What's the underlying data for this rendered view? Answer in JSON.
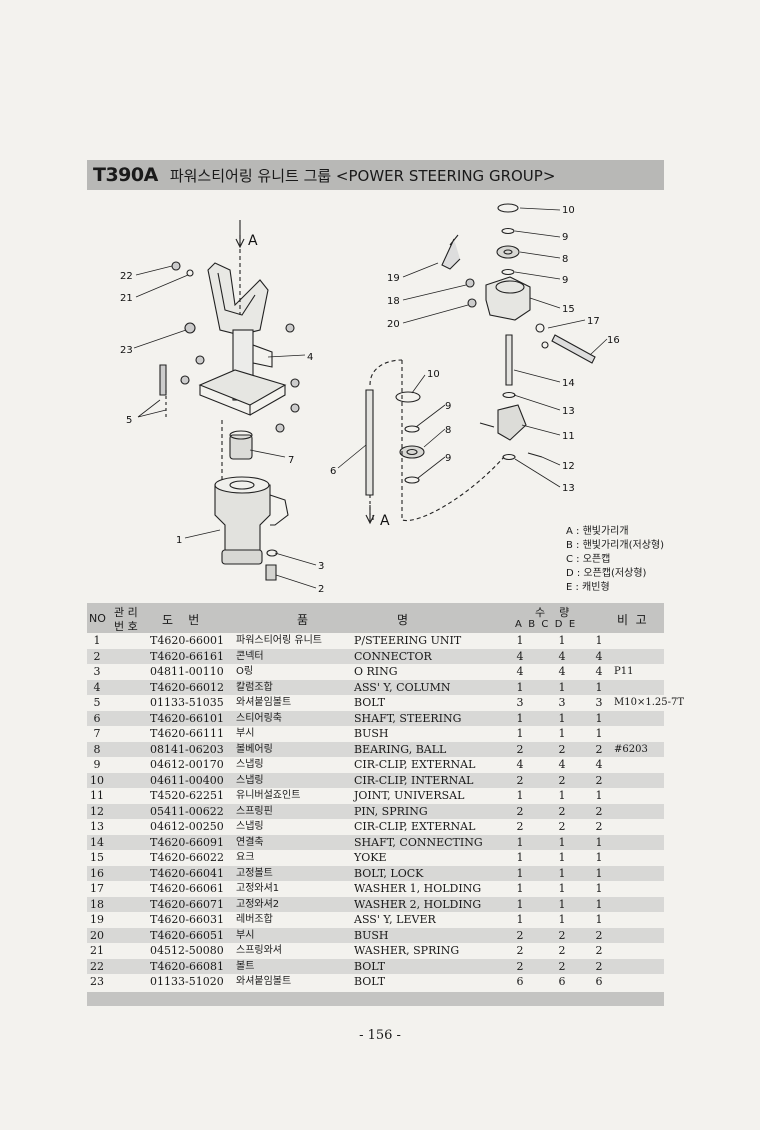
{
  "title": {
    "model": "T390A",
    "name": "파워스티어링 유니트 그룹 <POWER STEERING GROUP>"
  },
  "diagram": {
    "arrow_labels": [
      "A",
      "A"
    ],
    "callouts_left": [
      "22",
      "21",
      "23",
      "4",
      "5",
      "7",
      "1",
      "3",
      "2"
    ],
    "callouts_right": [
      "10",
      "9",
      "8",
      "9",
      "19",
      "18",
      "20",
      "15",
      "17",
      "16",
      "14",
      "13",
      "11",
      "12",
      "13",
      "10",
      "9",
      "8",
      "9",
      "6"
    ]
  },
  "legend": [
    "A : 핸빛가리개",
    "B : 핸빛가리개(저상형)",
    "C : 오픈캡",
    "D : 오픈캡(저상형)",
    "E : 캐빈형"
  ],
  "table_header": {
    "no": "NO",
    "manage_top": "관 리",
    "manage_bottom": "번 호",
    "part_no": "도    번",
    "name_left": "품",
    "name_right": "명",
    "qty": "수    량",
    "qty_cols": "A  B  C  D  E",
    "remarks": "비  고"
  },
  "parts": [
    {
      "no": "1",
      "part": "T4620-66001",
      "kr": "파워스티어링 유니트",
      "en": "P/STEERING UNIT",
      "a": "1",
      "c": "1",
      "e": "1",
      "rm": ""
    },
    {
      "no": "2",
      "part": "T4620-66161",
      "kr": "콘넥터",
      "en": "CONNECTOR",
      "a": "4",
      "c": "4",
      "e": "4",
      "rm": ""
    },
    {
      "no": "3",
      "part": "04811-00110",
      "kr": "O링",
      "en": "O RING",
      "a": "4",
      "c": "4",
      "e": "4",
      "rm": "P11"
    },
    {
      "no": "4",
      "part": "T4620-66012",
      "kr": "칼럼조합",
      "en": "ASS' Y, COLUMN",
      "a": "1",
      "c": "1",
      "e": "1",
      "rm": ""
    },
    {
      "no": "5",
      "part": "01133-51035",
      "kr": "와셔붙임볼트",
      "en": "BOLT",
      "a": "3",
      "c": "3",
      "e": "3",
      "rm": "M10×1.25-7T"
    },
    {
      "no": "6",
      "part": "T4620-66101",
      "kr": "스티어링축",
      "en": "SHAFT, STEERING",
      "a": "1",
      "c": "1",
      "e": "1",
      "rm": ""
    },
    {
      "no": "7",
      "part": "T4620-66111",
      "kr": "부시",
      "en": "BUSH",
      "a": "1",
      "c": "1",
      "e": "1",
      "rm": ""
    },
    {
      "no": "8",
      "part": "08141-06203",
      "kr": "볼베어링",
      "en": "BEARING, BALL",
      "a": "2",
      "c": "2",
      "e": "2",
      "rm": "#6203"
    },
    {
      "no": "9",
      "part": "04612-00170",
      "kr": "스냅링",
      "en": "CIR-CLIP, EXTERNAL",
      "a": "4",
      "c": "4",
      "e": "4",
      "rm": ""
    },
    {
      "no": "10",
      "part": "04611-00400",
      "kr": "스냅링",
      "en": "CIR-CLIP, INTERNAL",
      "a": "2",
      "c": "2",
      "e": "2",
      "rm": ""
    },
    {
      "no": "11",
      "part": "T4520-62251",
      "kr": "유니버설죠인트",
      "en": "JOINT, UNIVERSAL",
      "a": "1",
      "c": "1",
      "e": "1",
      "rm": ""
    },
    {
      "no": "12",
      "part": "05411-00622",
      "kr": "스프링핀",
      "en": "PIN, SPRING",
      "a": "2",
      "c": "2",
      "e": "2",
      "rm": ""
    },
    {
      "no": "13",
      "part": "04612-00250",
      "kr": "스냅링",
      "en": "CIR-CLIP, EXTERNAL",
      "a": "2",
      "c": "2",
      "e": "2",
      "rm": ""
    },
    {
      "no": "14",
      "part": "T4620-66091",
      "kr": "연결축",
      "en": "SHAFT, CONNECTING",
      "a": "1",
      "c": "1",
      "e": "1",
      "rm": ""
    },
    {
      "no": "15",
      "part": "T4620-66022",
      "kr": "요크",
      "en": "YOKE",
      "a": "1",
      "c": "1",
      "e": "1",
      "rm": ""
    },
    {
      "no": "16",
      "part": "T4620-66041",
      "kr": "고정볼트",
      "en": "BOLT, LOCK",
      "a": "1",
      "c": "1",
      "e": "1",
      "rm": ""
    },
    {
      "no": "17",
      "part": "T4620-66061",
      "kr": "고정와셔1",
      "en": "WASHER 1, HOLDING",
      "a": "1",
      "c": "1",
      "e": "1",
      "rm": ""
    },
    {
      "no": "18",
      "part": "T4620-66071",
      "kr": "고정와셔2",
      "en": "WASHER 2, HOLDING",
      "a": "1",
      "c": "1",
      "e": "1",
      "rm": ""
    },
    {
      "no": "19",
      "part": "T4620-66031",
      "kr": "레버조합",
      "en": "ASS' Y, LEVER",
      "a": "1",
      "c": "1",
      "e": "1",
      "rm": ""
    },
    {
      "no": "20",
      "part": "T4620-66051",
      "kr": "부시",
      "en": "BUSH",
      "a": "2",
      "c": "2",
      "e": "2",
      "rm": ""
    },
    {
      "no": "21",
      "part": "04512-50080",
      "kr": "스프링와셔",
      "en": "WASHER, SPRING",
      "a": "2",
      "c": "2",
      "e": "2",
      "rm": ""
    },
    {
      "no": "22",
      "part": "T4620-66081",
      "kr": "볼트",
      "en": "BOLT",
      "a": "2",
      "c": "2",
      "e": "2",
      "rm": ""
    },
    {
      "no": "23",
      "part": "01133-51020",
      "kr": "와셔붙임볼트",
      "en": "BOLT",
      "a": "6",
      "c": "6",
      "e": "6",
      "rm": ""
    }
  ],
  "page_number": "- 156 -"
}
